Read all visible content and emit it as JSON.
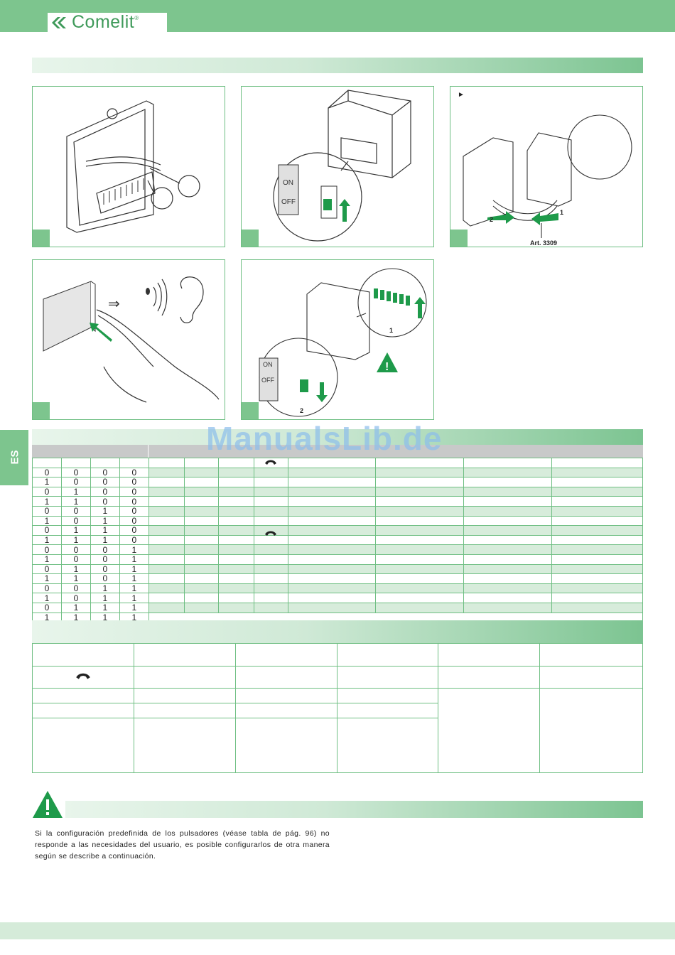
{
  "header": {
    "brand": "Comelit",
    "brand_mark": "®"
  },
  "language_tab": "ES",
  "watermark": "ManualsLib.de",
  "figures": {
    "fig3_arrow": "►",
    "fig3_label_1": "1",
    "fig3_label_2": "2",
    "fig3_article": "Art. 3309",
    "fig2_on": "ON",
    "fig2_off": "OFF",
    "fig5_on": "ON",
    "fig5_off": "OFF",
    "fig5_label_1": "1",
    "fig5_label_2": "2"
  },
  "dip_table": {
    "rows": [
      [
        "0",
        "0",
        "0",
        "0"
      ],
      [
        "1",
        "0",
        "0",
        "0"
      ],
      [
        "0",
        "1",
        "0",
        "0"
      ],
      [
        "1",
        "1",
        "0",
        "0"
      ],
      [
        "0",
        "0",
        "1",
        "0"
      ],
      [
        "1",
        "0",
        "1",
        "0"
      ],
      [
        "0",
        "1",
        "1",
        "0"
      ],
      [
        "1",
        "1",
        "1",
        "0"
      ],
      [
        "0",
        "0",
        "0",
        "1"
      ],
      [
        "1",
        "0",
        "0",
        "1"
      ],
      [
        "0",
        "1",
        "0",
        "1"
      ],
      [
        "1",
        "1",
        "0",
        "1"
      ],
      [
        "0",
        "0",
        "1",
        "1"
      ],
      [
        "1",
        "0",
        "1",
        "1"
      ],
      [
        "0",
        "1",
        "1",
        "1"
      ],
      [
        "1",
        "1",
        "1",
        "1"
      ]
    ]
  },
  "paragraph": "Si la configuración predefinida de los pulsadores (véase tabla de pág. 96) no responde a las necesidades del usuario, es posible configurarlos de otra manera según se describe a continuación.",
  "colors": {
    "brand_green": "#7dc58e",
    "border_green": "#6fbf83",
    "accent_green": "#1e9a4a"
  }
}
